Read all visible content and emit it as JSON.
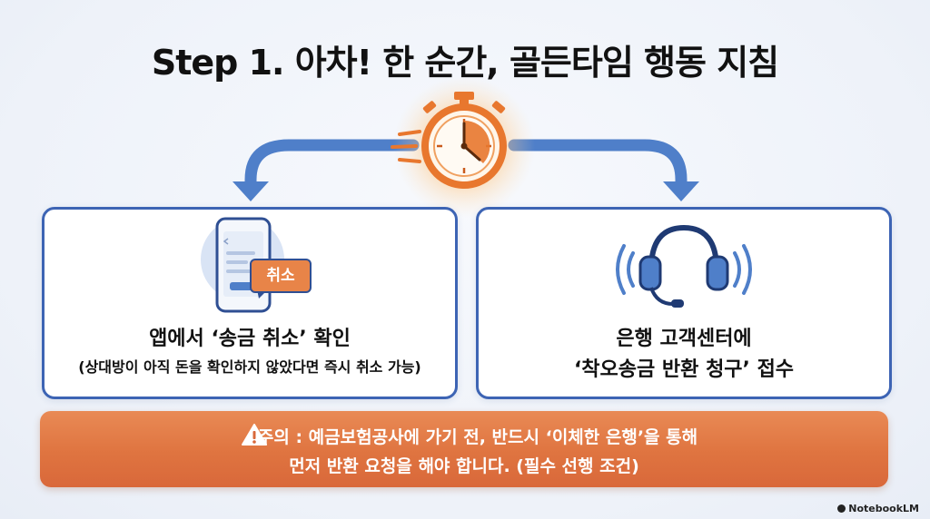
{
  "title": "Step 1. 아차! 한 순간, 골든타임 행동 지침",
  "left_card": {
    "badge": "취소",
    "title": "앱에서 ‘송금 취소’ 확인",
    "subtitle": "(상대방이 아직 돈을 확인하지 않았다면 즉시 취소 가능)"
  },
  "right_card": {
    "title_line1": "은행 고객센터에",
    "title_line2": "‘착오송금 반환 청구’ 접수"
  },
  "warning": {
    "line1": "주의 : 예금보험공사에 가기 전, 반드시 ‘이체한 은행’을 통해",
    "line2": "먼저 반환 요청을 해야 합니다. (필수 선행 조건)"
  },
  "watermark": "NotebookLM",
  "colors": {
    "accent_blue": "#3d64b4",
    "arrow_blue": "#4f7fc9",
    "warning_orange": "#df7440",
    "timer_orange": "#e8772e"
  },
  "icons": [
    "stopwatch-icon",
    "smartphone-icon",
    "headset-icon",
    "warning-icon"
  ]
}
